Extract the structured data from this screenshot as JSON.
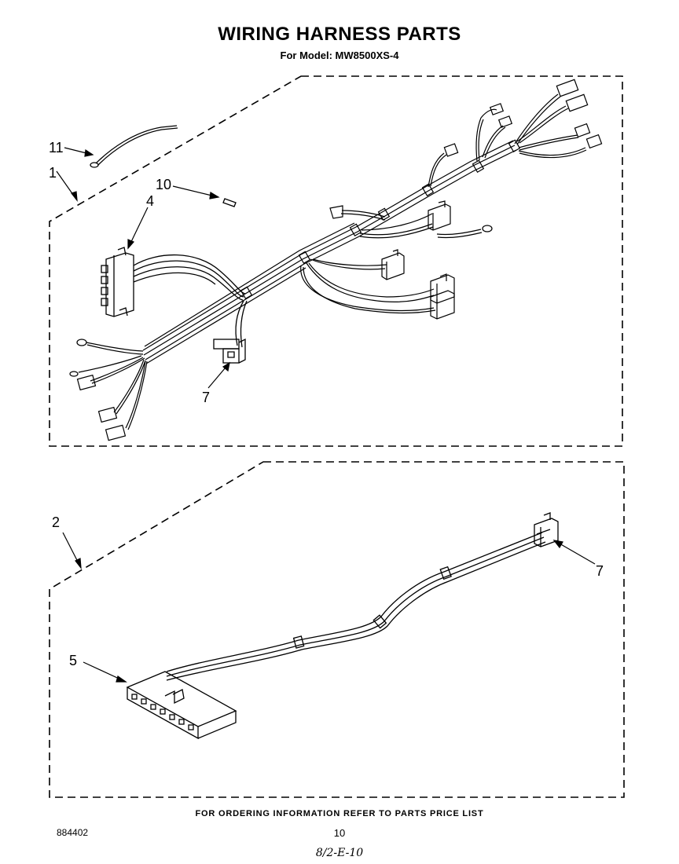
{
  "header": {
    "title": "WIRING HARNESS PARTS",
    "subtitle": "For Model: MW8500XS-4"
  },
  "callouts": {
    "c11": "11",
    "c1": "1",
    "c10": "10",
    "c4": "4",
    "c7a": "7",
    "c2": "2",
    "c7b": "7",
    "c5": "5"
  },
  "footer": {
    "ordering_note": "FOR ORDERING INFORMATION REFER TO PARTS PRICE LIST",
    "doc_number": "884402",
    "page_number": "10",
    "handwritten": "8/2-E-10"
  }
}
